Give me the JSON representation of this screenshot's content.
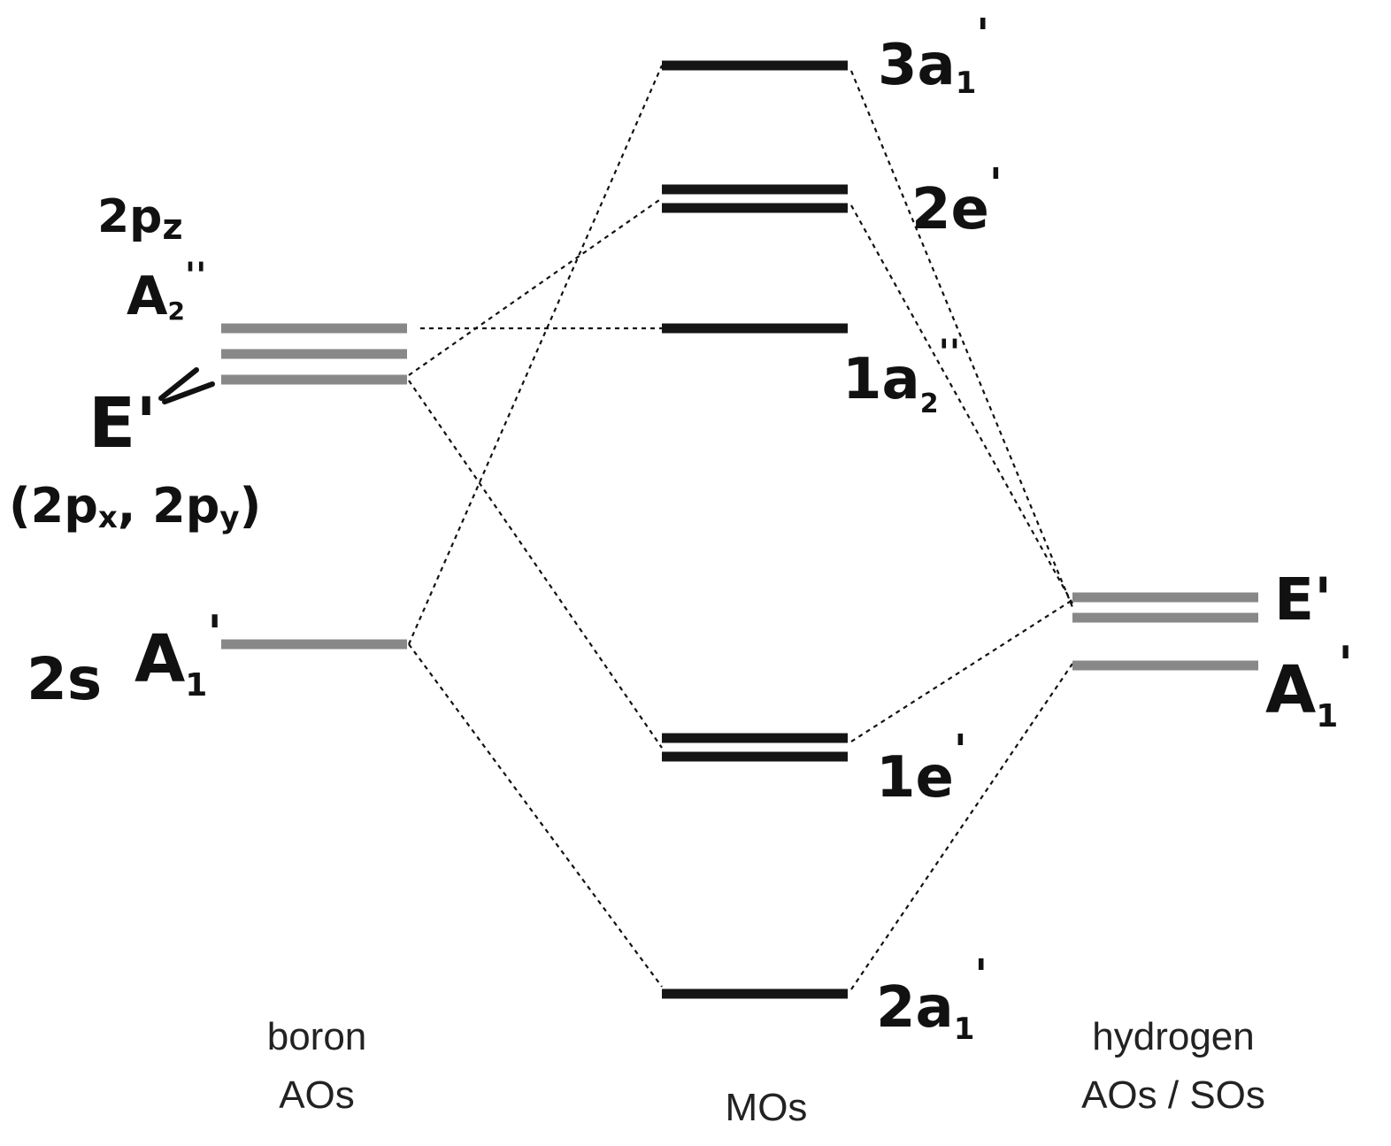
{
  "columns": {
    "boron": [
      "boron",
      "AOs"
    ],
    "mo": "MOs",
    "hydrogen": [
      "hydrogen",
      "AOs / SOs"
    ]
  },
  "boron_labels": {
    "p_z": "2p",
    "p_z_sub": "z",
    "a2_main": "A",
    "a2_sub": "2",
    "a2_sup": "''",
    "e_prime": "E'",
    "pxy": "(2p",
    "pxy_x_sub": "x",
    "pxy_mid": ", 2p",
    "pxy_y_sub": "y",
    "pxy_end": ")",
    "s_orb": "2s",
    "a1_main": "A",
    "a1_sub": "1",
    "a1_sup": "'"
  },
  "mo_labels": {
    "mo_3a1": {
      "main": "3a",
      "sub": "1",
      "sup": "'"
    },
    "mo_2e": {
      "main": "2e",
      "sup": "'"
    },
    "mo_1a2": {
      "main": "1a",
      "sub": "2",
      "sup": "''"
    },
    "mo_1e": {
      "main": "1e",
      "sup": "'"
    },
    "mo_2a1": {
      "main": "2a",
      "sub": "1",
      "sup": "'"
    }
  },
  "hydrogen_labels": {
    "e_prime": "E'",
    "a1_main": "A",
    "a1_sub": "1",
    "a1_sup": "'"
  },
  "colors": {
    "ao_level": "#888888",
    "mo_level": "#151515",
    "connector": "#111111"
  }
}
